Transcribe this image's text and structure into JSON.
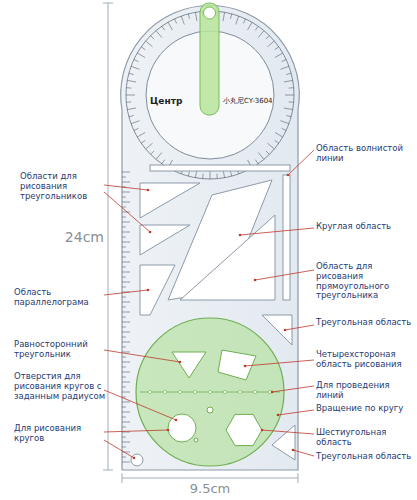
{
  "diagram": {
    "labels": [
      "Центр",
      "小丸尼CY-3604",
      "Области для рисования треугольников",
      "Область волнистой линии",
      "Круглая область",
      "Область для рисования прямоугольного треугольника",
      "Область параллелограма",
      "Треугольная область",
      "Равносторонний треугольник",
      "Четырехстороная область рисования",
      "Отверстия для рисования кругов с заданным радиусом",
      "Для проведения линий",
      "Вращение по кругу",
      "Для рисования кругов",
      "Шестиугольная область",
      "Треугольная область",
      "24cm",
      "9.5cm"
    ]
  }
}
